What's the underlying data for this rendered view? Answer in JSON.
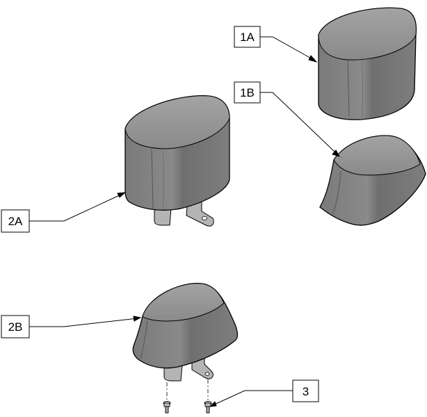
{
  "callouts": {
    "1A": "1A",
    "1B": "1B",
    "2A": "2A",
    "2B": "2B",
    "3": "3"
  },
  "colors": {
    "part_fill": "#808080",
    "part_shadow": "#6a6a6a",
    "part_highlight": "#9a9a9a",
    "outline": "#000000",
    "bracket": "#b4b4b4"
  }
}
